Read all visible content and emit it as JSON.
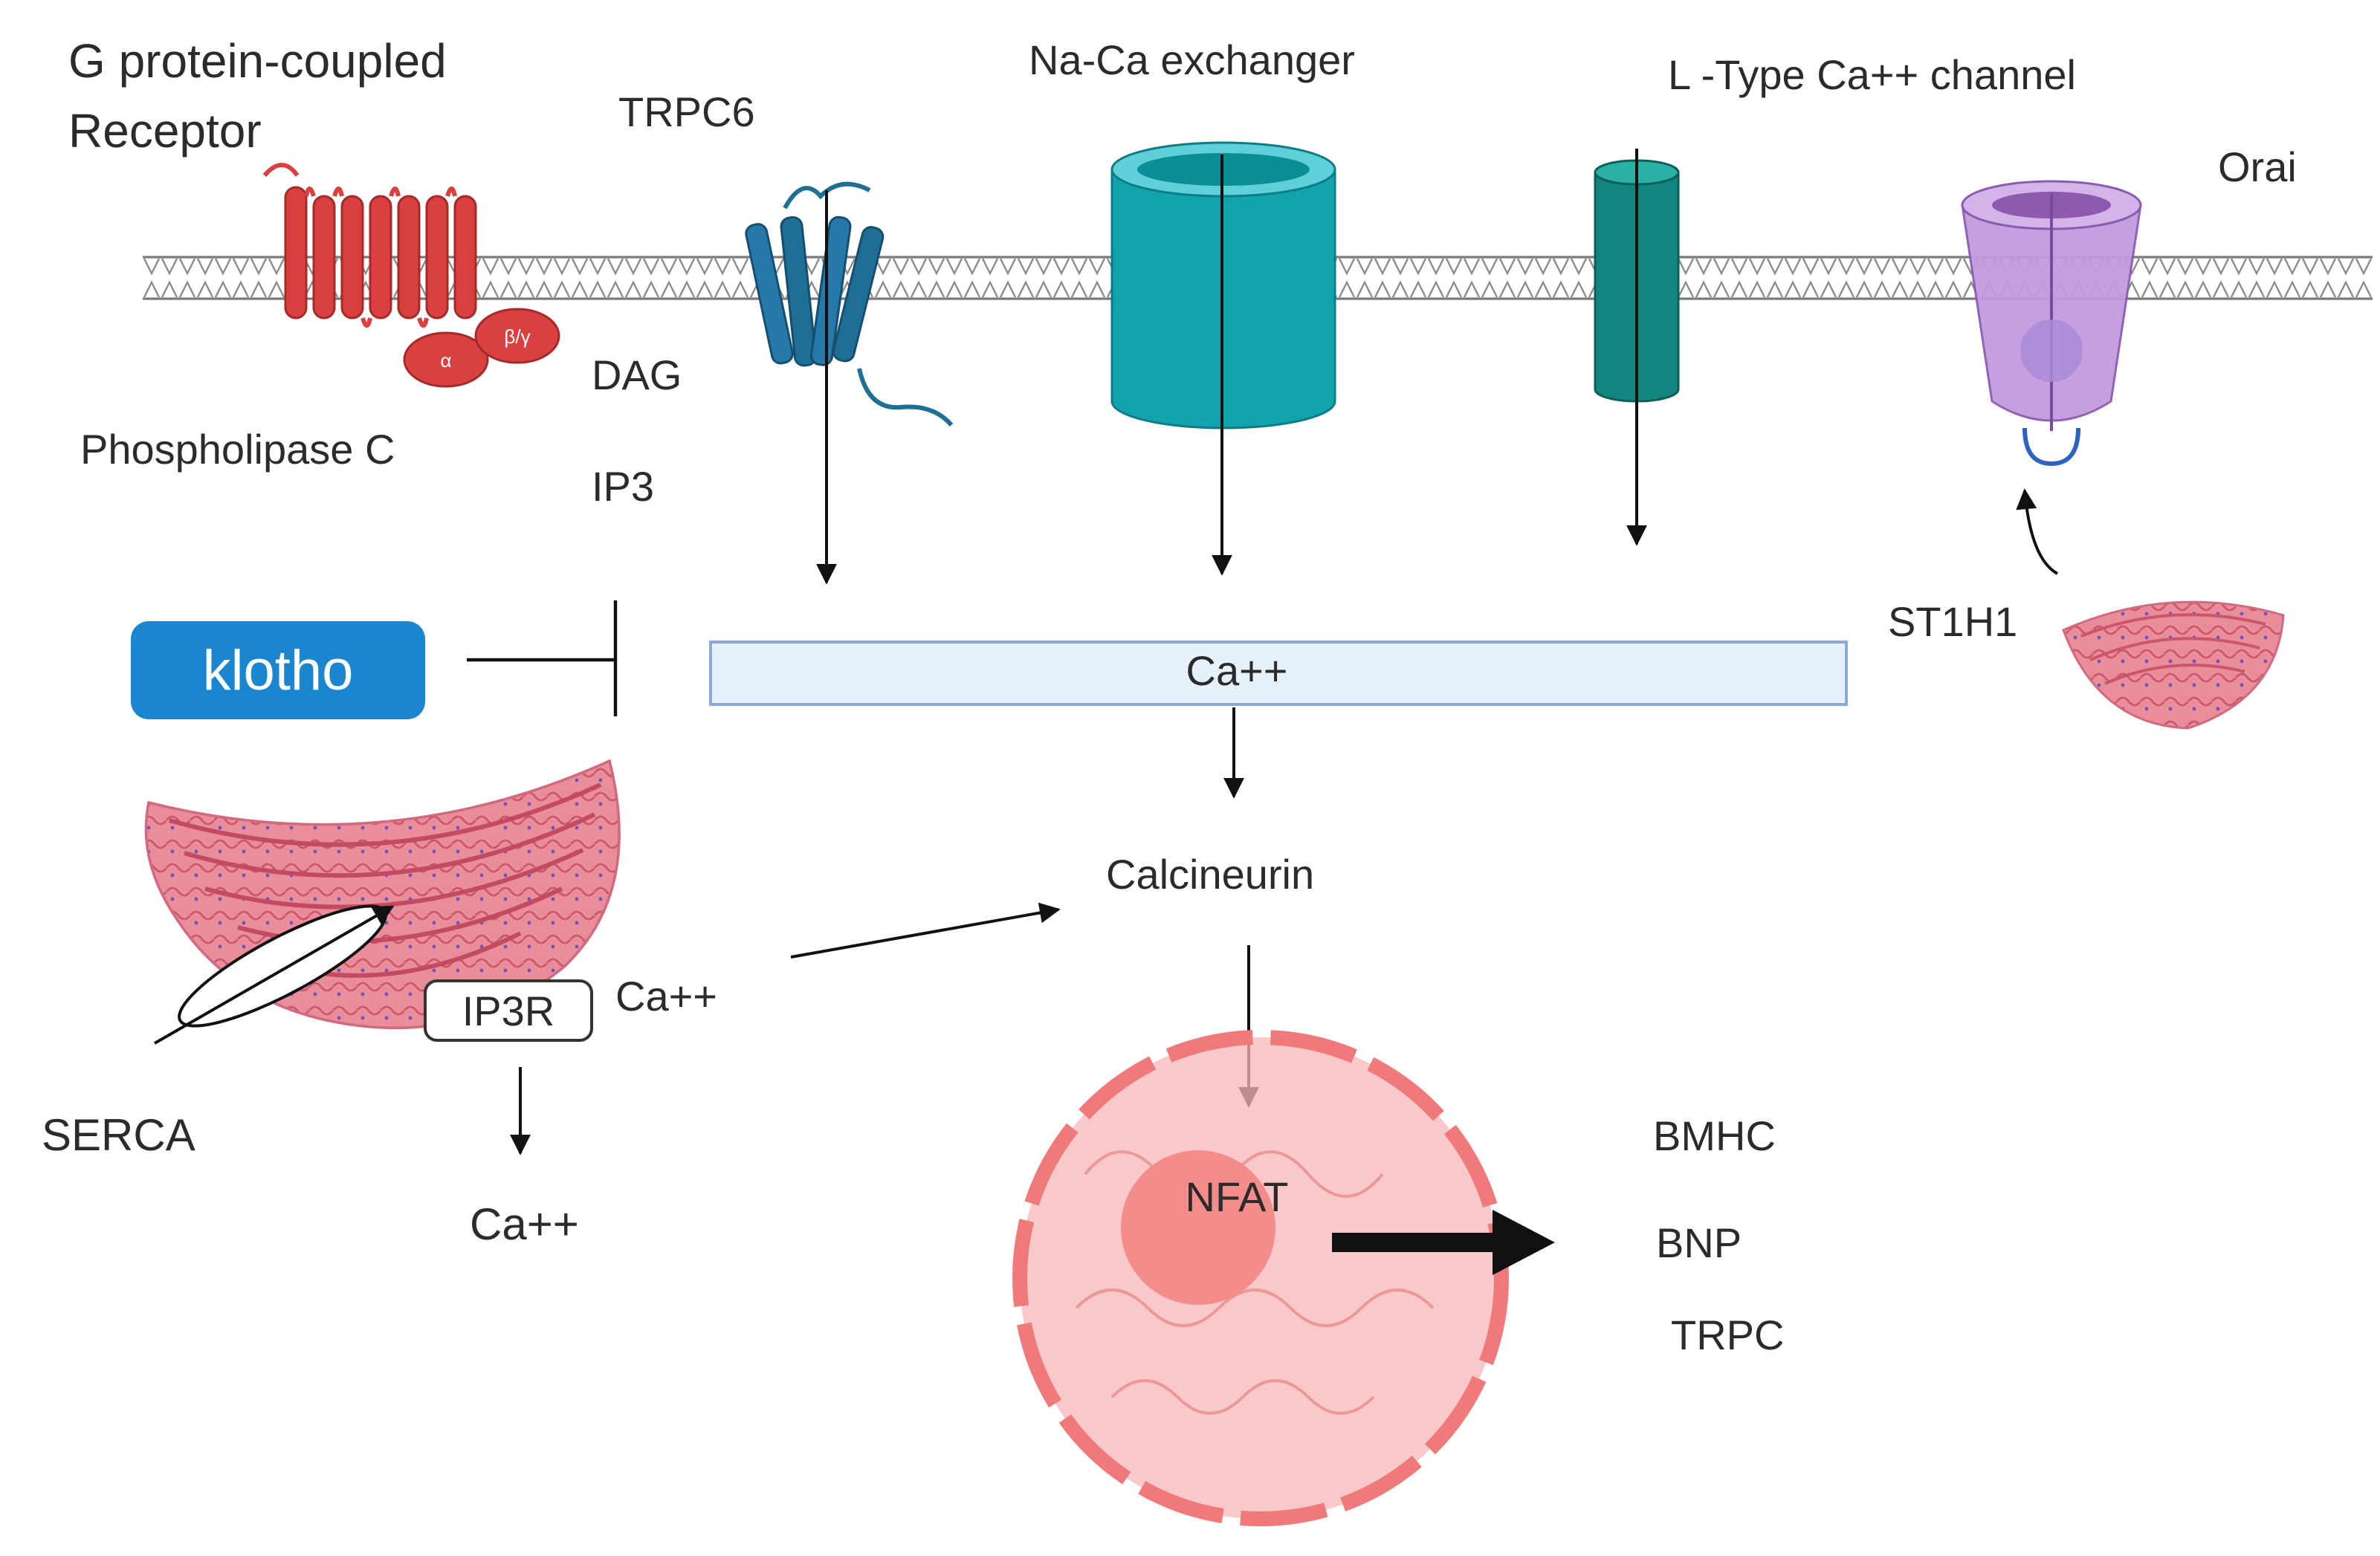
{
  "labels": {
    "gpcr_line1": "G protein-coupled",
    "gpcr_line2": "Receptor",
    "trpc6": "TRPC6",
    "na_ca_exchanger": "Na-Ca exchanger",
    "l_type_channel": "L -Type Ca++ channel",
    "orai": "Orai",
    "dag": "DAG",
    "ip3": "IP3",
    "phospholipase_c": "Phospholipase C",
    "alpha_subunit": "α",
    "beta_gamma_subunit": "β/γ",
    "klotho": "klotho",
    "ca_box": "Ca++",
    "st1h1": "ST1H1",
    "calcineurin": "Calcineurin",
    "ip3r": "IP3R",
    "ca_er": "Ca++",
    "serca": "SERCA",
    "ca_release": "Ca++",
    "nfat": "NFAT",
    "bmhc": "BMHC",
    "bnp": "BNP",
    "trpc": "TRPC"
  },
  "colors": {
    "gpcr": "#d9403f",
    "trpc6": "#1e6e96",
    "exchanger": "#12a3ad",
    "l_type": "#14857e",
    "orai": "#b685d4",
    "klotho": "#1a86d0",
    "ca_box_fill": "#e7f1fb",
    "ca_box_stroke": "#8aa9d6",
    "er": "#e57f8d",
    "nucleus": "#f7b6b6",
    "nucleus_rim": "#f07a7a",
    "nucleolus": "#f58c8c"
  }
}
